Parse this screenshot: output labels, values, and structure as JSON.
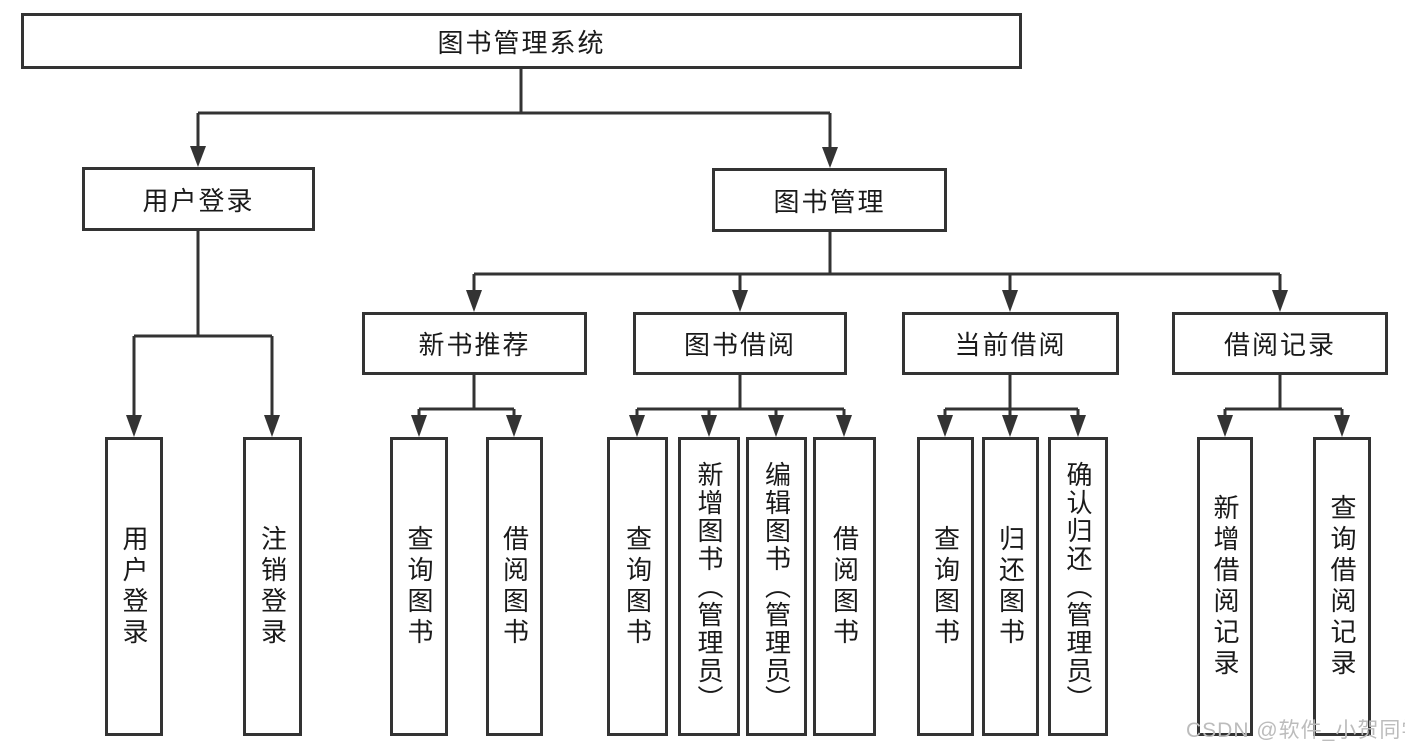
{
  "nodes": {
    "root": "图书管理系统",
    "l2": [
      "用户登录",
      "图书管理"
    ],
    "l3": [
      "新书推荐",
      "图书借阅",
      "当前借阅",
      "借阅记录"
    ],
    "leaf": {
      "a1": "用户登录",
      "a2": "注销登录",
      "b1": "查询图书",
      "b2": "借阅图书",
      "c1": "查询图书",
      "c2": "新增图书（管理员）",
      "c3": "编辑图书（管理员）",
      "c4": "借阅图书",
      "d1": "查询图书",
      "d2": "归还图书",
      "d3": "确认归还（管理员）",
      "e1": "新增借阅记录",
      "e2": "查询借阅记录"
    }
  },
  "watermark": "CSDN @软件_小贺同学",
  "colors": {
    "line": "#333333",
    "box_border": "#333333",
    "box_fill": "#ffffff",
    "text": "#1a1a1a",
    "watermark": "#bcbcbc"
  }
}
